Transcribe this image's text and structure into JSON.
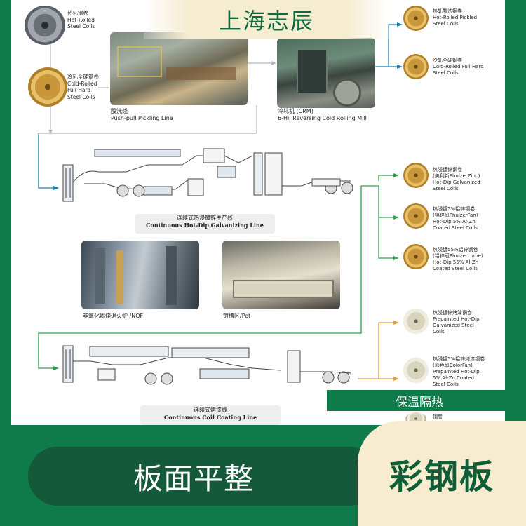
{
  "title_banner": "上海志辰",
  "side_strip_label": "保温隔热",
  "bottom_left_label": "板面平整",
  "bottom_right_label": "彩钢板",
  "inputs": {
    "hot_rolled": {
      "cn": "热轧钢卷",
      "en1": "Hot-Rolled",
      "en2": "Steel Coils"
    },
    "cold_rolled": {
      "cn": "冷轧全硬钢卷",
      "en1": "Cold-Rolled",
      "en2": "Full Hard",
      "en3": "Steel Coils"
    }
  },
  "top_outputs": {
    "hot_pickled": {
      "cn": "热轧酸洗钢卷",
      "en1": "Hot-Rolled Pickled",
      "en2": "Steel Coils"
    },
    "cold_full_hard": {
      "cn": "冷轧全硬钢卷",
      "en1": "Cold-Rolled Full Hard",
      "en2": "Steel Coils"
    }
  },
  "photos": {
    "pickling": {
      "cn": "酸洗线",
      "en": "Push-pull Pickling Line"
    },
    "crm": {
      "cn": "冷轧机 (CRM)",
      "en": "6-Hi, Reversing Cold Rolling Mill"
    },
    "nof": {
      "label": "非氧化燃烧退火炉 /NOF"
    },
    "pot": {
      "label": "镀槽区/Pot"
    }
  },
  "lines": {
    "galvanizing": {
      "cn": "连续式热浸镀锌生产线",
      "en": "Continuous Hot-Dip Galvanizing Line"
    },
    "coating": {
      "cn": "连续式烤漆线",
      "en": "Continuous Coil Coating Line"
    }
  },
  "galv_outputs": [
    {
      "l1": "热浸镀锌钢卷",
      "l2": "(美利新PhulzerZinc)",
      "l3": "Hot-Dip Galvanized",
      "l4": "Steel Coils"
    },
    {
      "l1": "热浸镀5%铝锌钢卷",
      "l2": "(铝锌风PhulzerFan)",
      "l3": "Hot-Dip 5% Al-Zn",
      "l4": "Coated Steel Coils"
    },
    {
      "l1": "热浸镀55%铝锌钢卷",
      "l2": "(铝锌冠PhulzerLume)",
      "l3": "Hot-Dip 55% Al-Zn",
      "l4": "Coated Steel Coils"
    }
  ],
  "coat_outputs": [
    {
      "l1": "热浸镀锌烤漆钢卷",
      "l2": "Prepainted Hot-Dip",
      "l3": "Galvanized Steel",
      "l4": "Coils"
    },
    {
      "l1": "热浸镀5%铝锌烤漆钢卷",
      "l2": "(彩色风ColorFan)",
      "l3": "Prepainted Hot-Dip",
      "l4": "5% Al-Zn Coated",
      "l5": "Steel Coils"
    },
    {
      "l1": "钢卷"
    }
  ],
  "colors": {
    "green": "#0f7a4a",
    "dark_green": "#14593a",
    "cream": "#f7ecd0",
    "arrow_blue": "#1f7fb5",
    "arrow_green": "#2ca24a",
    "arrow_orange": "#e39a2c"
  }
}
